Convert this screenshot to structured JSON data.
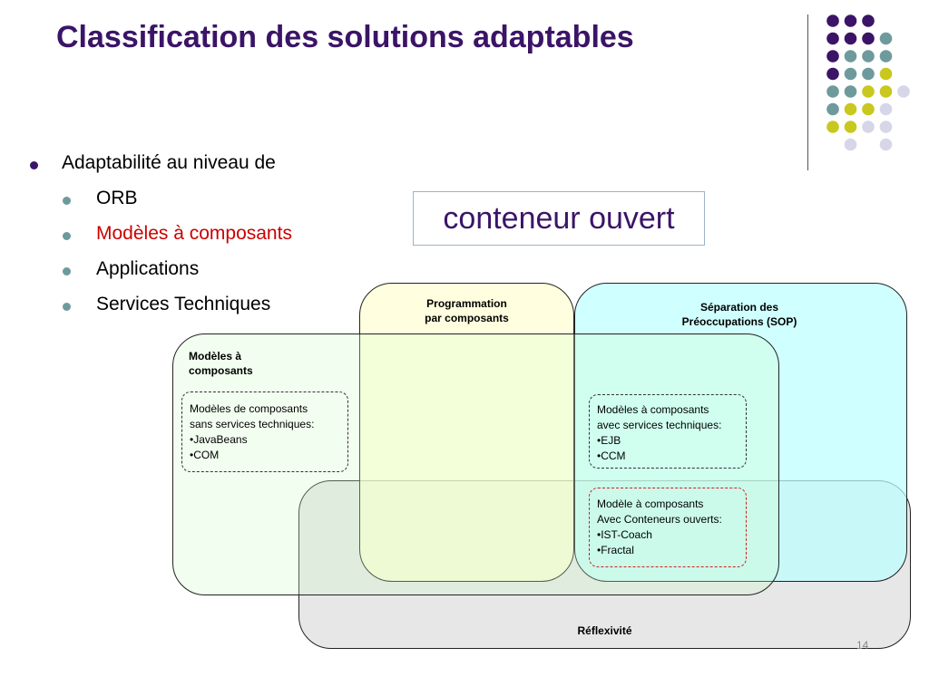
{
  "slide": {
    "title": "Classification des solutions adaptables",
    "page_number": "14"
  },
  "bullets": {
    "level1": "Adaptabilité au niveau de",
    "level2": [
      "ORB",
      "Modèles à composants",
      "Applications",
      "Services Techniques"
    ]
  },
  "callout": "conteneur ouvert",
  "diagram": {
    "programmation_l1": "Programmation",
    "programmation_l2": "par composants",
    "sop_l1": "Séparation des",
    "sop_l2": "Préoccupations (SOP)",
    "modeles_l1": "Modèles à",
    "modeles_l2": "composants",
    "reflexivite": "Réflexivité",
    "box_sans": [
      "Modèles de composants",
      "sans services techniques:",
      "•JavaBeans",
      "•COM"
    ],
    "box_avec": [
      "Modèles à composants",
      "avec services techniques:",
      "•EJB",
      "•CCM"
    ],
    "box_ouverts": [
      "Modèle à composants",
      "Avec Conteneurs ouverts:",
      "•IST-Coach",
      "•Fractal"
    ]
  },
  "colors": {
    "title": "#3b1467",
    "accent_red": "#cc0000",
    "dot_purple": "#3b1467",
    "dot_teal": "#6e9a9c",
    "dot_yellow": "#c8c81e",
    "dot_lavender": "#d6d6e8"
  },
  "decor": {
    "dot_grid": [
      [
        "purple",
        "purple",
        "purple",
        null,
        null
      ],
      [
        "purple",
        "purple",
        "purple",
        "teal",
        null
      ],
      [
        "purple",
        "teal",
        "teal",
        "teal",
        null
      ],
      [
        "purple",
        "teal",
        "teal",
        "yellow",
        null
      ],
      [
        "teal",
        "teal",
        "yellow",
        "yellow",
        "lavender"
      ],
      [
        "teal",
        "yellow",
        "yellow",
        "lavender",
        null
      ],
      [
        "yellow",
        "yellow",
        "lavender",
        "lavender",
        null
      ],
      [
        null,
        "lavender",
        null,
        "lavender",
        null
      ]
    ]
  }
}
